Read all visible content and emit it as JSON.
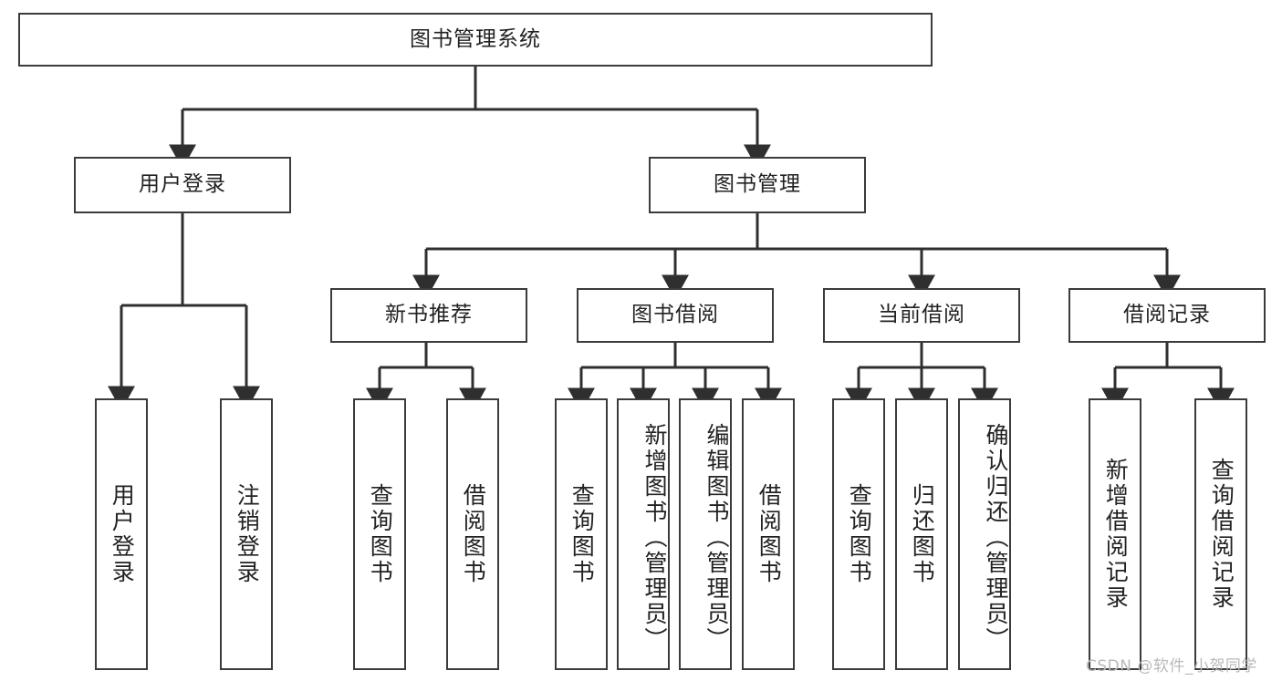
{
  "diagram": {
    "type": "tree-hierarchy",
    "title": "图书管理系统",
    "watermark": "CSDN @软件_小贺同学",
    "colors": {
      "box_border": "#3b3b3b",
      "box_fill": "#ffffff",
      "edge": "#2f2f2f",
      "text": "#222222",
      "watermark": "#b9b9b9",
      "background": "#ffffff"
    },
    "root": {
      "label": "图书管理系统"
    },
    "level2": [
      {
        "label": "用户登录"
      },
      {
        "label": "图书管理"
      }
    ],
    "level3": [
      {
        "label": "新书推荐"
      },
      {
        "label": "图书借阅"
      },
      {
        "label": "当前借阅"
      },
      {
        "label": "借阅记录"
      }
    ],
    "leaves": {
      "user_login": [
        {
          "label": "用户登录"
        },
        {
          "label": "注销登录"
        }
      ],
      "new_book": [
        {
          "label": "查询图书"
        },
        {
          "label": "借阅图书"
        }
      ],
      "book_borrow": [
        {
          "label": "查询图书"
        },
        {
          "label": "新增图书（管理员）"
        },
        {
          "label": "编辑图书（管理员）"
        },
        {
          "label": "借阅图书"
        }
      ],
      "current_borrow": [
        {
          "label": "查询图书"
        },
        {
          "label": "归还图书"
        },
        {
          "label": "确认归还（管理员）"
        }
      ],
      "borrow_record": [
        {
          "label": "新增借阅记录"
        },
        {
          "label": "查询借阅记录"
        }
      ]
    }
  }
}
